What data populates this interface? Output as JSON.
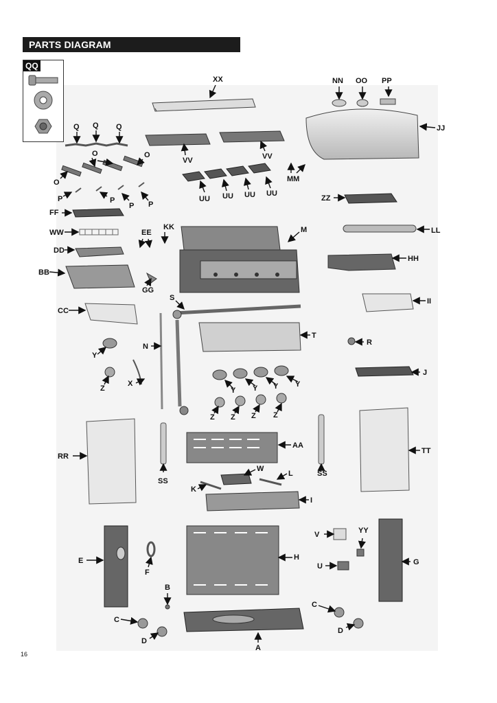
{
  "header": {
    "title": "PARTS DIAGRAM"
  },
  "inset": {
    "label": "QQ"
  },
  "page_number": "16",
  "labels": {
    "xx": "XX",
    "nn": "NN",
    "oo": "OO",
    "pp": "PP",
    "jj": "JJ",
    "q1": "Q",
    "q2": "Q",
    "q3": "Q",
    "vv1": "VV",
    "vv2": "VV",
    "o1": "O",
    "o2": "O",
    "o3": "O",
    "mm": "MM",
    "uu1": "UU",
    "uu2": "UU",
    "uu3": "UU",
    "uu4": "UU",
    "p1": "P",
    "p2": "P",
    "p3": "P",
    "p4": "P",
    "zz": "ZZ",
    "ff": "FF",
    "ww": "WW",
    "ee": "EE",
    "kk": "KK",
    "m": "M",
    "ll": "LL",
    "dd": "DD",
    "hh": "HH",
    "bb": "BB",
    "gg": "GG",
    "s": "S",
    "cc": "CC",
    "ii": "II",
    "n": "N",
    "t": "T",
    "r": "R",
    "y1": "Y",
    "x": "X",
    "z1": "Z",
    "j": "J",
    "y2": "Y",
    "y3": "Y",
    "y4": "Y",
    "y5": "Y",
    "z2": "Z",
    "z3": "Z",
    "z4": "Z",
    "z5": "Z",
    "rr": "RR",
    "aa": "AA",
    "tt": "TT",
    "ss1": "SS",
    "ss2": "SS",
    "w": "W",
    "l": "L",
    "k": "K",
    "i": "I",
    "v": "V",
    "yy": "YY",
    "e": "E",
    "h": "H",
    "g": "G",
    "f": "F",
    "u": "U",
    "b": "B",
    "c1": "C",
    "c2": "C",
    "d1": "D",
    "d2": "D",
    "a": "A"
  }
}
